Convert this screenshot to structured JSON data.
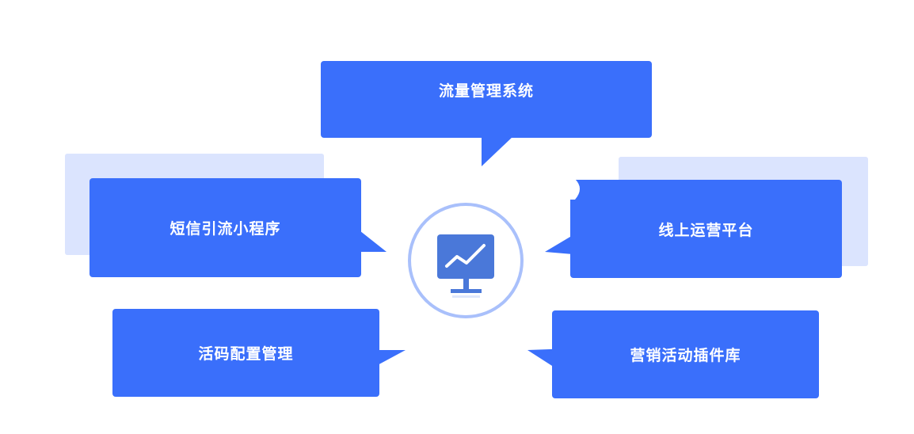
{
  "diagram": {
    "center": {
      "icon": "monitor-trend-chart-icon"
    },
    "nodes": [
      {
        "id": "top",
        "label": "流量管理系统"
      },
      {
        "id": "left-upper",
        "label": "短信引流小程序"
      },
      {
        "id": "right-upper",
        "label": "线上运营平台"
      },
      {
        "id": "left-lower",
        "label": "活码配置管理"
      },
      {
        "id": "right-lower",
        "label": "营销活动插件库"
      }
    ]
  },
  "colors": {
    "box": "#3a6ffb",
    "shadow": "#dbe4fe",
    "hub_ring": "#a9c0fb",
    "icon": "#4a78d9"
  }
}
